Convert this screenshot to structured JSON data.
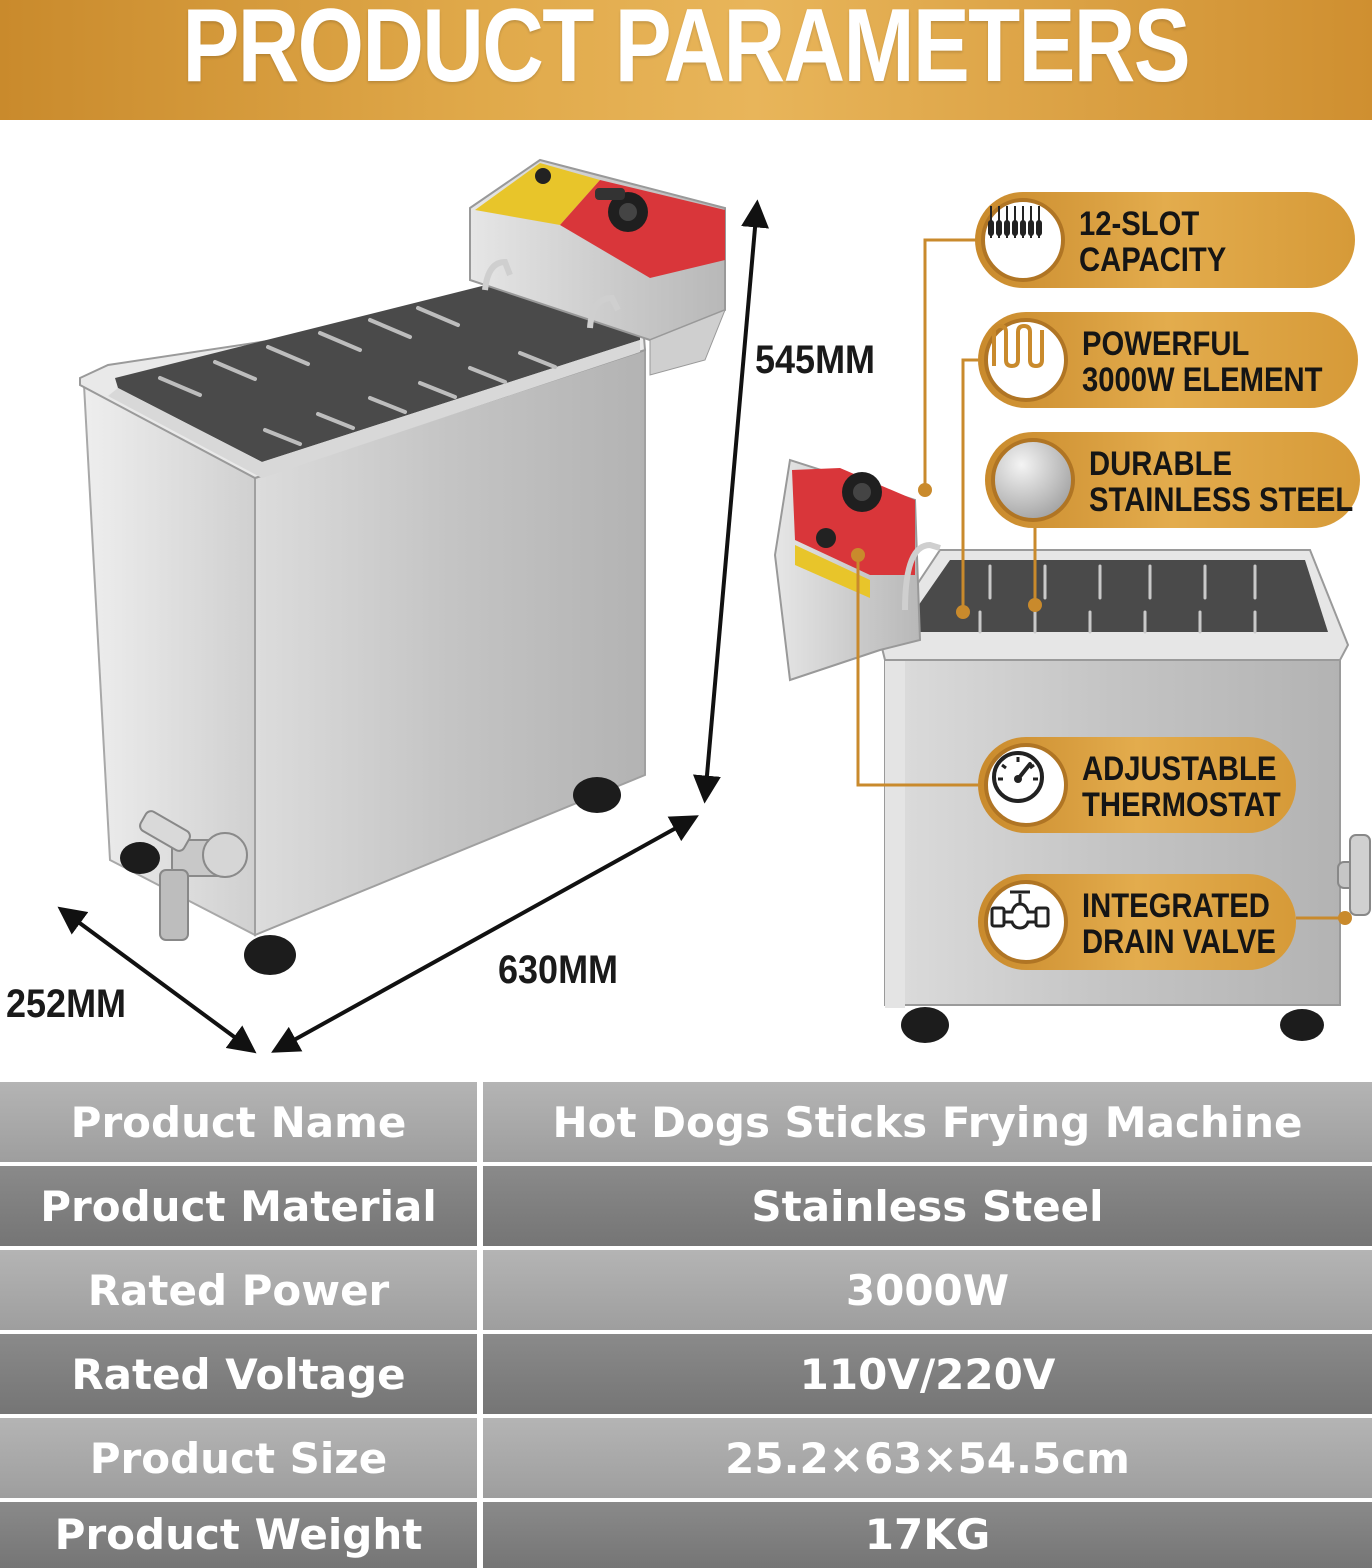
{
  "header": {
    "title": "PRODUCT PARAMETERS"
  },
  "dimensions": {
    "height": "545MM",
    "length": "630MM",
    "width": "252MM"
  },
  "features": [
    {
      "icon": "slots-icon",
      "line1": "12-SLOT",
      "line2": "CAPACITY"
    },
    {
      "icon": "heating-element-icon",
      "line1": "POWERFUL",
      "line2": "3000W ELEMENT"
    },
    {
      "icon": "steel-texture-icon",
      "line1": "DURABLE",
      "line2": "STAINLESS STEEL"
    },
    {
      "icon": "gauge-icon",
      "line1": "ADJUSTABLE",
      "line2": "THERMOSTAT"
    },
    {
      "icon": "valve-icon",
      "line1": "INTEGRATED",
      "line2": "DRAIN VALVE"
    }
  ],
  "specs": [
    {
      "label": "Product Name",
      "value": "Hot Dogs Sticks Frying Machine"
    },
    {
      "label": "Product Material",
      "value": "Stainless Steel"
    },
    {
      "label": "Rated Power",
      "value": "3000W"
    },
    {
      "label": "Rated Voltage",
      "value": "110V/220V"
    },
    {
      "label": "Product Size",
      "value": "25.2×63×54.5cm"
    },
    {
      "label": "Product Weight",
      "value": "17KG"
    }
  ]
}
